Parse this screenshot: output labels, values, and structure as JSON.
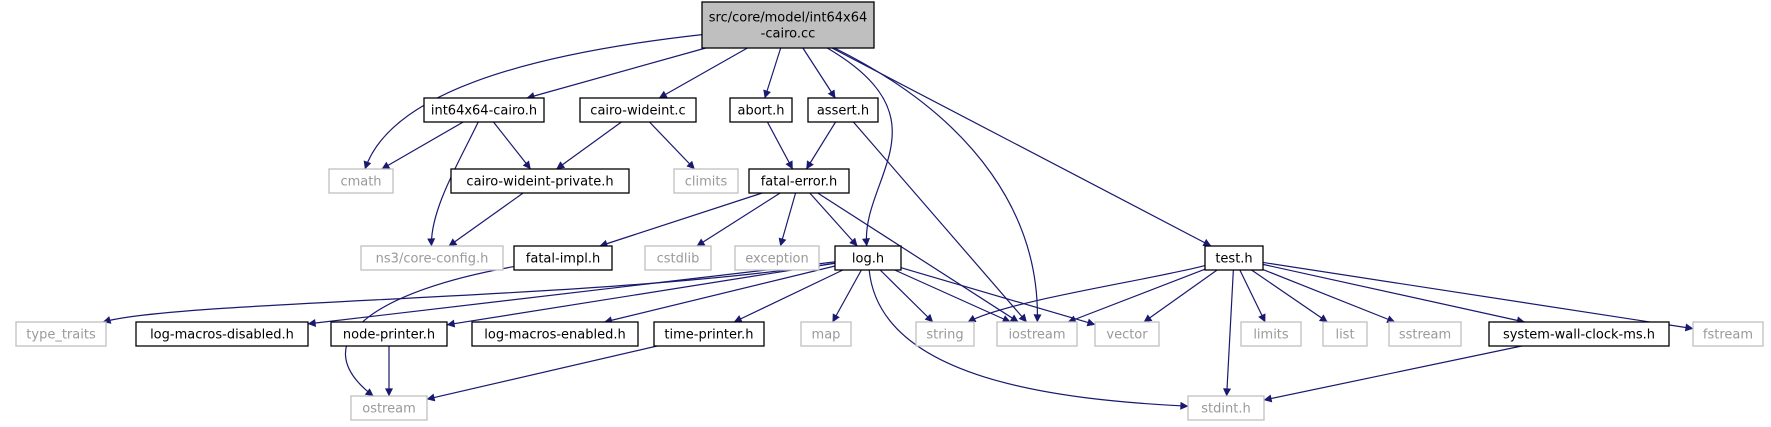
{
  "graph": {
    "colors": {
      "edge": "#191970",
      "root_fill": "#bfbfbf",
      "dark_border": "#000000",
      "light_border": "#bfbfbf",
      "light_text": "#9a9a9a"
    },
    "nodes": [
      {
        "id": "root",
        "label": "src/core/model/int64x64\n-cairo.cc",
        "style": "root"
      },
      {
        "id": "int64x64-cairo-h",
        "label": "int64x64-cairo.h",
        "style": "dark"
      },
      {
        "id": "cairo-wideint-c",
        "label": "cairo-wideint.c",
        "style": "dark"
      },
      {
        "id": "abort-h",
        "label": "abort.h",
        "style": "dark"
      },
      {
        "id": "assert-h",
        "label": "assert.h",
        "style": "dark"
      },
      {
        "id": "cmath",
        "label": "cmath",
        "style": "light"
      },
      {
        "id": "cairo-wideint-private-h",
        "label": "cairo-wideint-private.h",
        "style": "dark"
      },
      {
        "id": "climits",
        "label": "climits",
        "style": "light"
      },
      {
        "id": "fatal-error-h",
        "label": "fatal-error.h",
        "style": "dark"
      },
      {
        "id": "ns3-core-config-h",
        "label": "ns3/core-config.h",
        "style": "light"
      },
      {
        "id": "fatal-impl-h",
        "label": "fatal-impl.h",
        "style": "dark"
      },
      {
        "id": "cstdlib",
        "label": "cstdlib",
        "style": "light"
      },
      {
        "id": "exception",
        "label": "exception",
        "style": "light"
      },
      {
        "id": "log-h",
        "label": "log.h",
        "style": "dark"
      },
      {
        "id": "test-h",
        "label": "test.h",
        "style": "dark"
      },
      {
        "id": "type-traits",
        "label": "type_traits",
        "style": "light"
      },
      {
        "id": "log-macros-disabled-h",
        "label": "log-macros-disabled.h",
        "style": "dark"
      },
      {
        "id": "node-printer-h",
        "label": "node-printer.h",
        "style": "dark"
      },
      {
        "id": "log-macros-enabled-h",
        "label": "log-macros-enabled.h",
        "style": "dark"
      },
      {
        "id": "time-printer-h",
        "label": "time-printer.h",
        "style": "dark"
      },
      {
        "id": "map",
        "label": "map",
        "style": "light"
      },
      {
        "id": "string",
        "label": "string",
        "style": "light"
      },
      {
        "id": "iostream",
        "label": "iostream",
        "style": "light"
      },
      {
        "id": "vector",
        "label": "vector",
        "style": "light"
      },
      {
        "id": "limits",
        "label": "limits",
        "style": "light"
      },
      {
        "id": "list",
        "label": "list",
        "style": "light"
      },
      {
        "id": "sstream",
        "label": "sstream",
        "style": "light"
      },
      {
        "id": "system-wall-clock-ms-h",
        "label": "system-wall-clock-ms.h",
        "style": "dark"
      },
      {
        "id": "fstream",
        "label": "fstream",
        "style": "light"
      },
      {
        "id": "ostream",
        "label": "ostream",
        "style": "light"
      },
      {
        "id": "stdint-h",
        "label": "stdint.h",
        "style": "light"
      }
    ],
    "edges": [
      [
        "root",
        "int64x64-cairo-h"
      ],
      [
        "root",
        "cairo-wideint-c"
      ],
      [
        "root",
        "abort-h"
      ],
      [
        "root",
        "assert-h"
      ],
      [
        "root",
        "cmath"
      ],
      [
        "root",
        "log-h"
      ],
      [
        "root",
        "iostream"
      ],
      [
        "root",
        "test-h"
      ],
      [
        "int64x64-cairo-h",
        "cmath"
      ],
      [
        "int64x64-cairo-h",
        "cairo-wideint-private-h"
      ],
      [
        "int64x64-cairo-h",
        "ns3-core-config-h"
      ],
      [
        "cairo-wideint-c",
        "cairo-wideint-private-h"
      ],
      [
        "cairo-wideint-c",
        "climits"
      ],
      [
        "cairo-wideint-private-h",
        "ns3-core-config-h"
      ],
      [
        "abort-h",
        "fatal-error-h"
      ],
      [
        "assert-h",
        "fatal-error-h"
      ],
      [
        "assert-h",
        "iostream"
      ],
      [
        "fatal-error-h",
        "fatal-impl-h"
      ],
      [
        "fatal-error-h",
        "cstdlib"
      ],
      [
        "fatal-error-h",
        "exception"
      ],
      [
        "fatal-error-h",
        "log-h"
      ],
      [
        "fatal-error-h",
        "iostream"
      ],
      [
        "fatal-impl-h",
        "ostream"
      ],
      [
        "log-h",
        "type-traits"
      ],
      [
        "log-h",
        "log-macros-disabled-h"
      ],
      [
        "log-h",
        "node-printer-h"
      ],
      [
        "log-h",
        "log-macros-enabled-h"
      ],
      [
        "log-h",
        "time-printer-h"
      ],
      [
        "log-h",
        "map"
      ],
      [
        "log-h",
        "string"
      ],
      [
        "log-h",
        "iostream"
      ],
      [
        "log-h",
        "vector"
      ],
      [
        "log-h",
        "stdint-h"
      ],
      [
        "node-printer-h",
        "ostream"
      ],
      [
        "time-printer-h",
        "ostream"
      ],
      [
        "test-h",
        "string"
      ],
      [
        "test-h",
        "iostream"
      ],
      [
        "test-h",
        "vector"
      ],
      [
        "test-h",
        "stdint-h"
      ],
      [
        "test-h",
        "limits"
      ],
      [
        "test-h",
        "list"
      ],
      [
        "test-h",
        "sstream"
      ],
      [
        "test-h",
        "system-wall-clock-ms-h"
      ],
      [
        "test-h",
        "fstream"
      ],
      [
        "system-wall-clock-ms-h",
        "stdint-h"
      ]
    ]
  }
}
